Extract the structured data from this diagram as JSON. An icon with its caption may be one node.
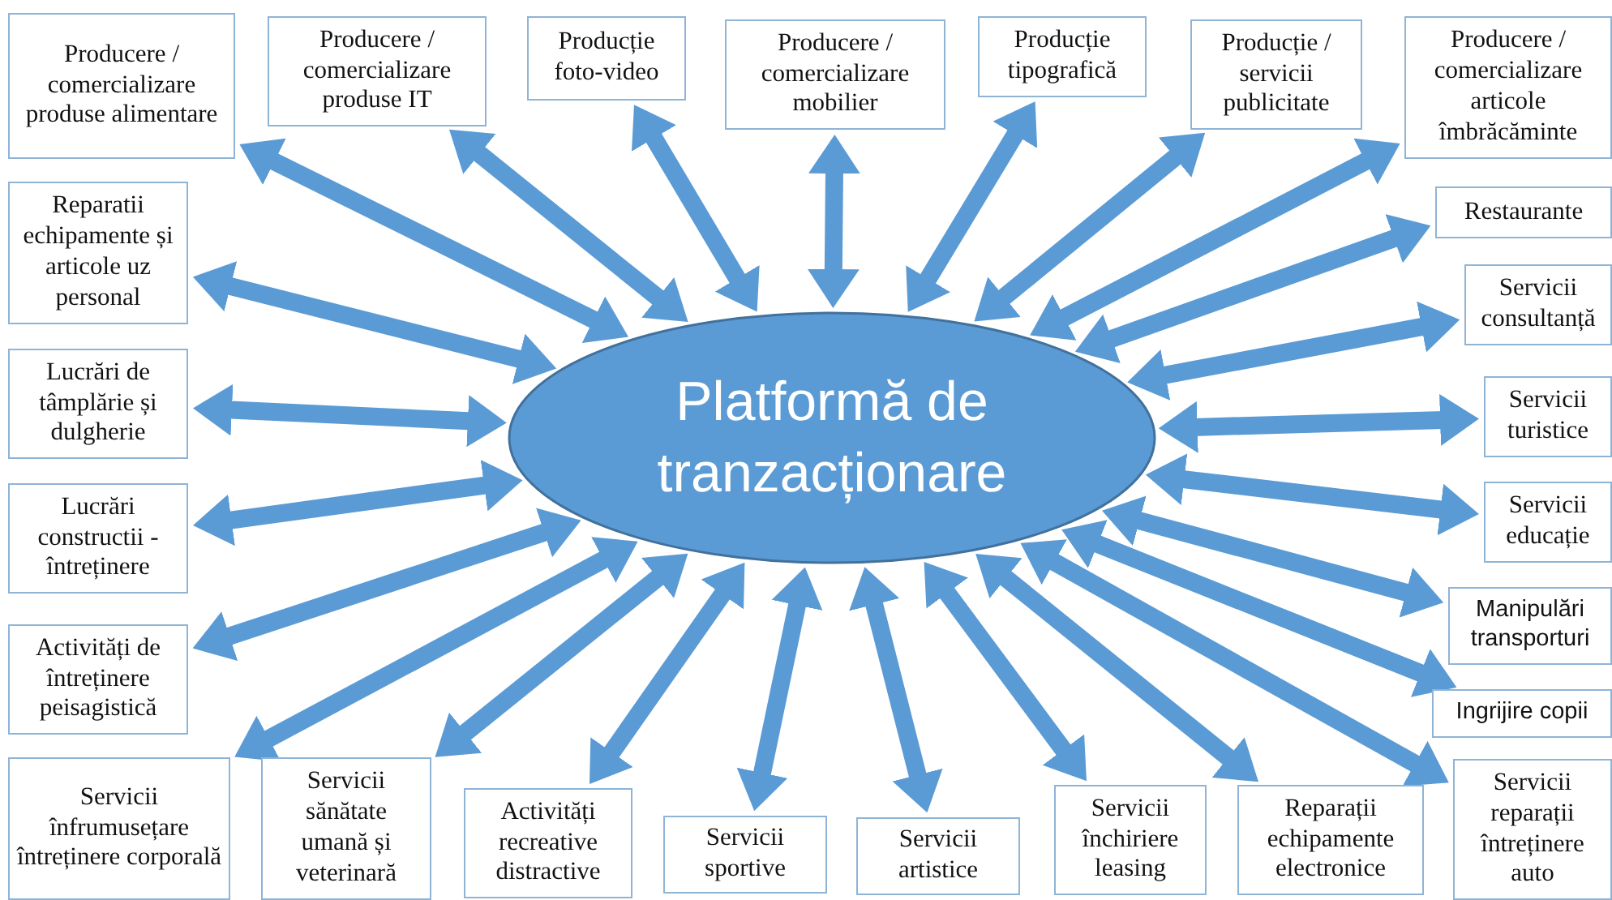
{
  "diagram": {
    "nodes": [
      {
        "text": [
          "Platformă de tranzacționare"
        ]
      },
      {
        "text": [
          "Producere / comercializare produse alimentare"
        ]
      },
      {
        "text": [
          "Producere / comercializare produse IT"
        ]
      },
      {
        "text": [
          "Producție foto-video"
        ]
      },
      {
        "text": [
          "Producere / comercializare mobilier"
        ]
      },
      {
        "text": [
          "Producție tipografică"
        ]
      },
      {
        "text": [
          "Producție / servicii publicitate"
        ]
      },
      {
        "text": [
          "Producere / comercializare articole îmbrăcăminte"
        ]
      },
      {
        "text": [
          "Restaurante"
        ]
      },
      {
        "text": [
          "Servicii consultanță"
        ]
      },
      {
        "text": [
          "Servicii turistice"
        ]
      },
      {
        "text": [
          "Servicii educație"
        ]
      },
      {
        "text": [
          "Manipulări transporturi"
        ]
      },
      {
        "text": [
          "Ingrijire copii"
        ]
      },
      {
        "text": [
          "Servicii reparații întreținere auto"
        ]
      },
      {
        "text": [
          "Reparații echipamente electronice"
        ]
      },
      {
        "text": [
          "Servicii închiriere leasing"
        ]
      },
      {
        "text": [
          "Servicii artistice"
        ]
      },
      {
        "text": [
          "Servicii sportive"
        ]
      },
      {
        "text": [
          "Activități recreative distractive"
        ]
      },
      {
        "text": [
          "Servicii sănătate umană și veterinară"
        ]
      },
      {
        "text": [
          "Servicii înfrumusețare întreținere corporală"
        ]
      },
      {
        "text": [
          "Activități de întreținere peisagistică"
        ]
      },
      {
        "text": [
          "Lucrări constructii - întreținere"
        ]
      },
      {
        "text": [
          "Lucrări de tâmplărie și dulgherie"
        ]
      },
      {
        "text": [
          "Reparatii echipamente și articole uz personal"
        ]
      }
    ],
    "edges": [
      {
        "from": 0,
        "to": 1,
        "arrow": "both"
      },
      {
        "from": 0,
        "to": 2,
        "arrow": "both"
      },
      {
        "from": 0,
        "to": 3,
        "arrow": "both"
      },
      {
        "from": 0,
        "to": 4,
        "arrow": "both"
      },
      {
        "from": 0,
        "to": 5,
        "arrow": "both"
      },
      {
        "from": 0,
        "to": 6,
        "arrow": "both"
      },
      {
        "from": 0,
        "to": 7,
        "arrow": "both"
      },
      {
        "from": 0,
        "to": 8,
        "arrow": "both"
      },
      {
        "from": 0,
        "to": 9,
        "arrow": "both"
      },
      {
        "from": 0,
        "to": 10,
        "arrow": "both"
      },
      {
        "from": 0,
        "to": 11,
        "arrow": "both"
      },
      {
        "from": 0,
        "to": 12,
        "arrow": "both"
      },
      {
        "from": 0,
        "to": 13,
        "arrow": "both"
      },
      {
        "from": 0,
        "to": 14,
        "arrow": "both"
      },
      {
        "from": 0,
        "to": 15,
        "arrow": "both"
      },
      {
        "from": 0,
        "to": 16,
        "arrow": "both"
      },
      {
        "from": 0,
        "to": 17,
        "arrow": "both"
      },
      {
        "from": 0,
        "to": 18,
        "arrow": "both"
      },
      {
        "from": 0,
        "to": 19,
        "arrow": "both"
      },
      {
        "from": 0,
        "to": 20,
        "arrow": "both"
      },
      {
        "from": 0,
        "to": 21,
        "arrow": "both"
      },
      {
        "from": 0,
        "to": 22,
        "arrow": "both"
      },
      {
        "from": 0,
        "to": 23,
        "arrow": "both"
      },
      {
        "from": 0,
        "to": 24,
        "arrow": "both"
      },
      {
        "from": 0,
        "to": 25,
        "arrow": "both"
      }
    ]
  }
}
